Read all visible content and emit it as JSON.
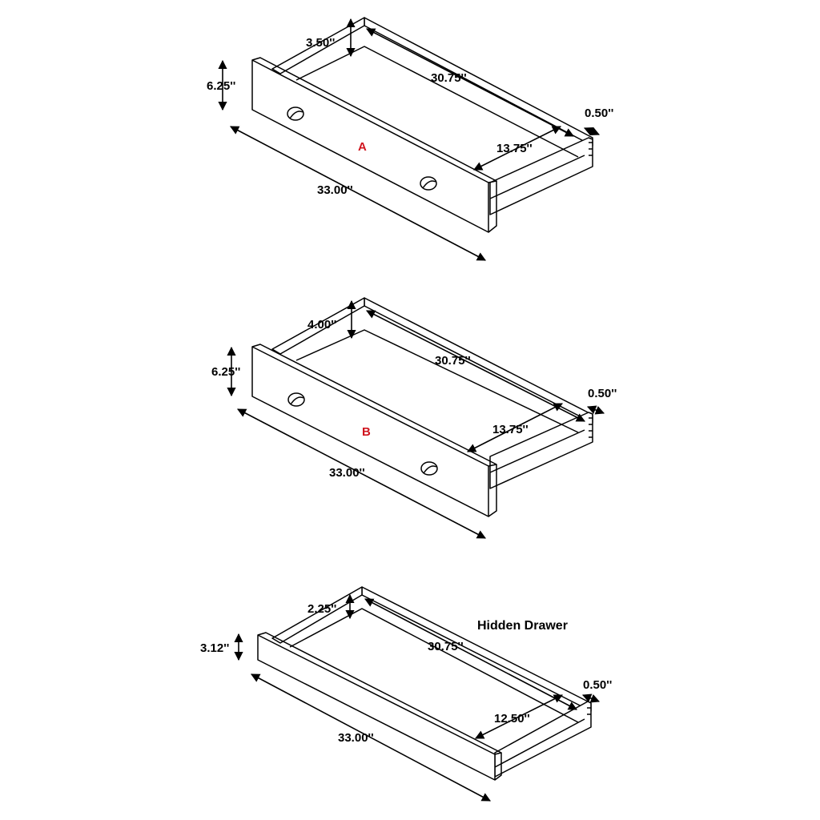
{
  "drawers": [
    {
      "id": "A",
      "letter": "A",
      "height": "6.25''",
      "inner_depth": "3.50''",
      "length": "30.75''",
      "width": "13.75''",
      "thickness": "0.50''",
      "front_width": "33.00''"
    },
    {
      "id": "B",
      "letter": "B",
      "height": "6.25''",
      "inner_depth": "4.00''",
      "length": "30.75''",
      "width": "13.75''",
      "thickness": "0.50''",
      "front_width": "33.00''"
    },
    {
      "id": "hidden",
      "title": "Hidden Drawer",
      "height": "3.12''",
      "inner_depth": "2.25''",
      "length": "30.75''",
      "width": "12.50''",
      "thickness": "0.50''",
      "front_width": "33.00''"
    }
  ]
}
